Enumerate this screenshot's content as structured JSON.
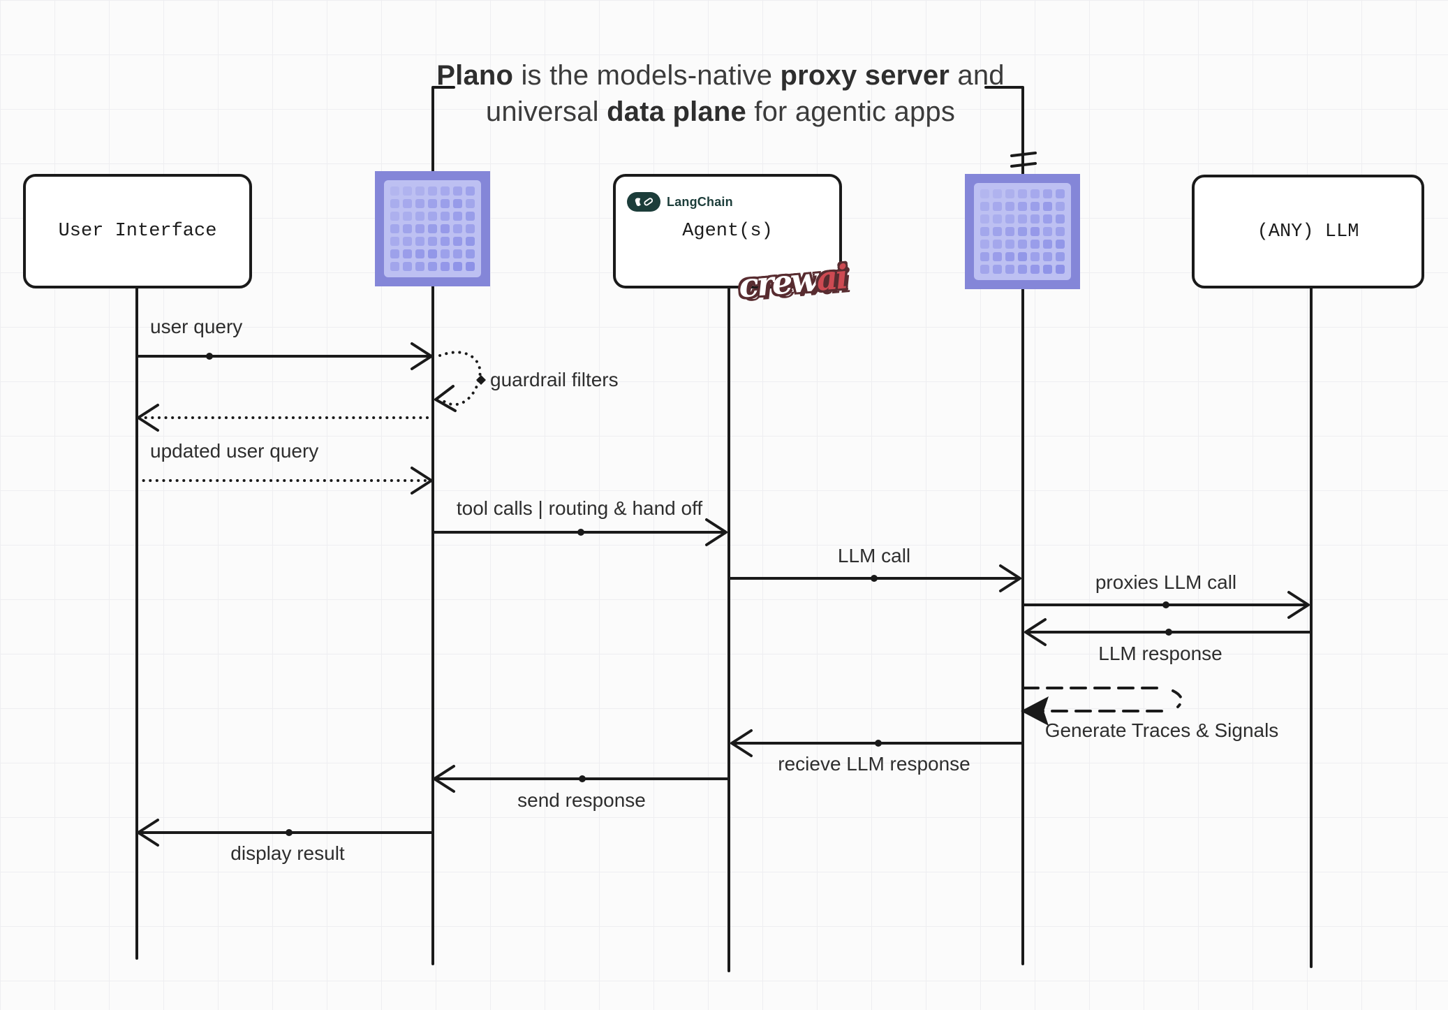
{
  "title": {
    "l1a": "Plano",
    "l1b": " is the models-native ",
    "l1c": "proxy server",
    "l1d": " and",
    "l2a": "universal ",
    "l2b": "data plane",
    "l2c": " for agentic apps"
  },
  "participants": {
    "user_interface": {
      "label": "User Interface"
    },
    "agents": {
      "label": "Agent(s)",
      "langchain_label": "LangChain",
      "crewai_a": "crew",
      "crewai_b": "ai"
    },
    "llm": {
      "label": "(ANY) LLM"
    }
  },
  "messages": [
    {
      "label": "user query"
    },
    {
      "label": "guardrail filters"
    },
    {
      "label": "updated user query"
    },
    {
      "label": "tool calls | routing & hand off"
    },
    {
      "label": "LLM call"
    },
    {
      "label": "proxies LLM call"
    },
    {
      "label": "LLM response"
    },
    {
      "label": "Generate Traces & Signals"
    },
    {
      "label": "recieve LLM response"
    },
    {
      "label": "send response"
    },
    {
      "label": "display result"
    }
  ],
  "colors": {
    "line": "#1a1a1a",
    "plano_purple": "#8486d8",
    "plano_light": "#bdc0f2",
    "plano_cell": "#6f74e0",
    "langchain_teal": "#1c3d3a",
    "crewai_red": "#cd4a52",
    "crewai_outline": "#582c30"
  }
}
